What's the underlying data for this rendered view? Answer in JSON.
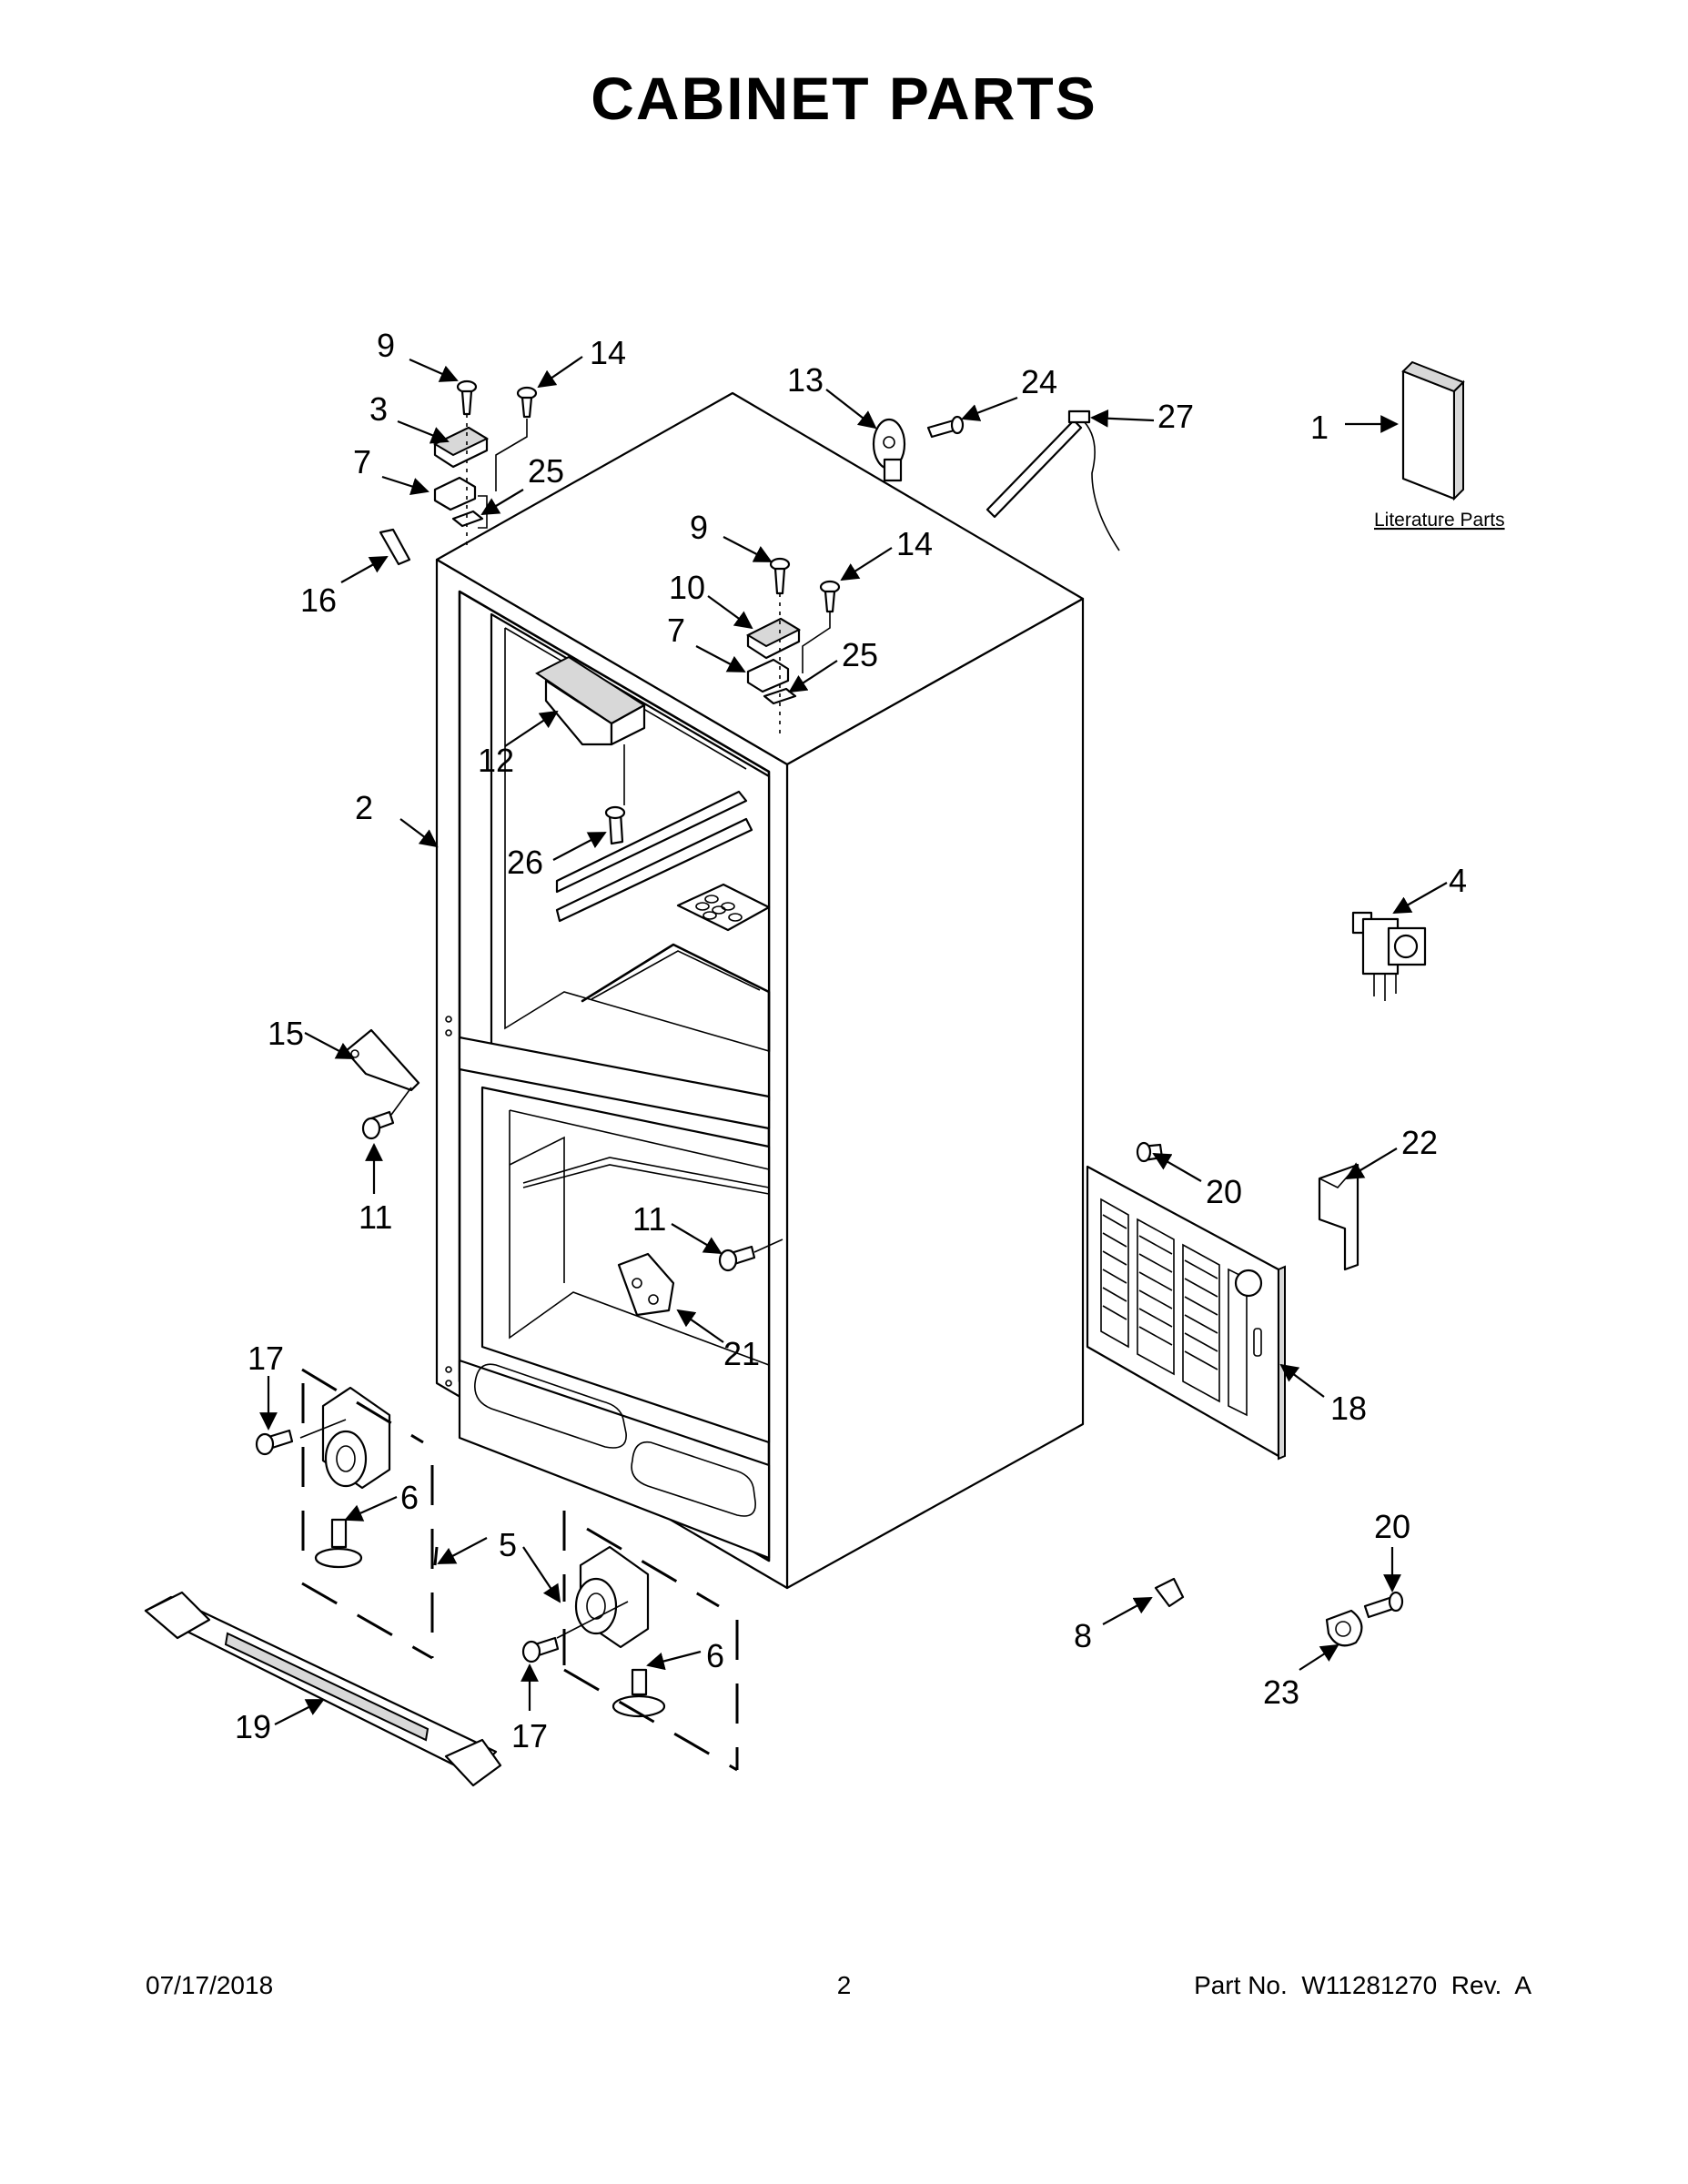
{
  "title": "CABINET PARTS",
  "literature_label": "Literature Parts",
  "footer": {
    "date": "07/17/2018",
    "page": "2",
    "part_number": "Part No.  W11281270  Rev.  A"
  },
  "callouts": [
    "9",
    "14",
    "3",
    "7",
    "25",
    "16",
    "13",
    "24",
    "27",
    "1",
    "9",
    "14",
    "10",
    "7",
    "25",
    "12",
    "2",
    "26",
    "4",
    "15",
    "11",
    "11",
    "21",
    "20",
    "22",
    "18",
    "17",
    "6",
    "5",
    "6",
    "17",
    "19",
    "20",
    "8",
    "23"
  ]
}
